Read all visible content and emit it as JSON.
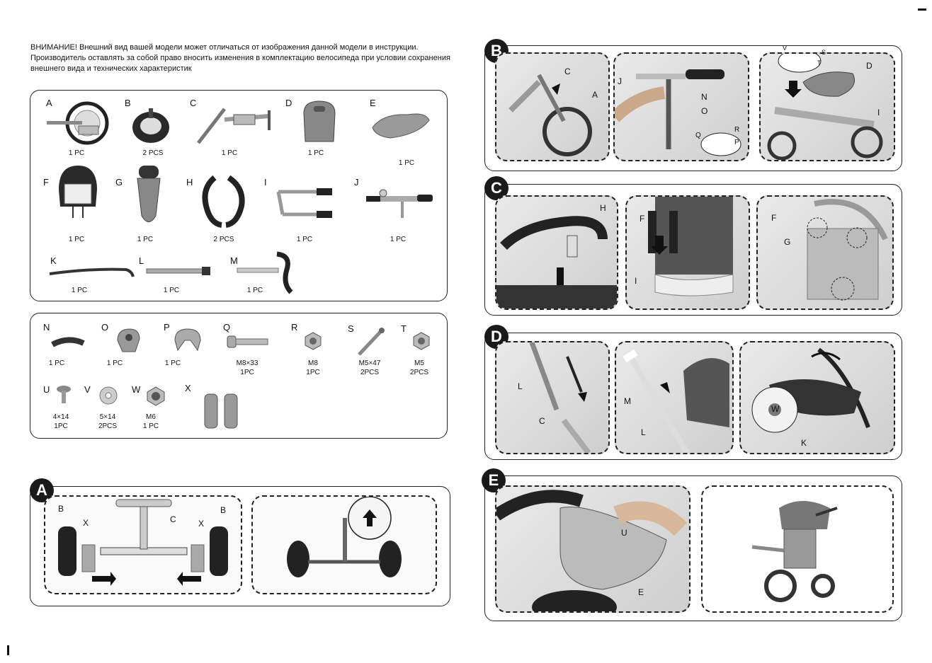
{
  "warning": "ВНИМАНИЕ! Внешний вид вашей модели может отличаться от изображения данной модели в инструкции. Производитель оставлять за собой право вносить изменения в комплектацию велосипеда при условии сохранения внешнего вида и технических характеристик",
  "parts": [
    {
      "letter": "A",
      "qty": "1 PC"
    },
    {
      "letter": "B",
      "qty": "2 PCS"
    },
    {
      "letter": "C",
      "qty": "1 PC"
    },
    {
      "letter": "D",
      "qty": "1 PC"
    },
    {
      "letter": "E",
      "qty": "1 PC"
    },
    {
      "letter": "F",
      "qty": "1 PC"
    },
    {
      "letter": "G",
      "qty": "1 PC"
    },
    {
      "letter": "H",
      "qty": "2 PCS"
    },
    {
      "letter": "I",
      "qty": "1 PC"
    },
    {
      "letter": "J",
      "qty": "1 PC"
    },
    {
      "letter": "K",
      "qty": "1 PC"
    },
    {
      "letter": "L",
      "qty": "1 PC"
    },
    {
      "letter": "M",
      "qty": "1 PC"
    }
  ],
  "hardware": [
    {
      "letter": "N",
      "size": "",
      "qty": "1 PC"
    },
    {
      "letter": "O",
      "size": "",
      "qty": "1 PC"
    },
    {
      "letter": "P",
      "size": "",
      "qty": "1 PC"
    },
    {
      "letter": "Q",
      "size": "M8×33",
      "qty": "1PC"
    },
    {
      "letter": "R",
      "size": "M8",
      "qty": "1PC"
    },
    {
      "letter": "S",
      "size": "M5×47",
      "qty": "2PCS"
    },
    {
      "letter": "T",
      "size": "M5",
      "qty": "2PCS"
    },
    {
      "letter": "U",
      "size": "4×14",
      "qty": "1PC"
    },
    {
      "letter": "V",
      "size": "5×14",
      "qty": "2PCS"
    },
    {
      "letter": "W",
      "size": "M6",
      "qty": "1 PC"
    },
    {
      "letter": "X",
      "size": "",
      "qty": ""
    }
  ],
  "steps": {
    "A": {
      "label": "A",
      "callouts": [
        "B",
        "X",
        "C",
        "X",
        "B"
      ]
    },
    "B": {
      "label": "B",
      "callouts": [
        "C",
        "A",
        "J",
        "N",
        "O",
        "Q",
        "R",
        "P",
        "V",
        "S",
        "T",
        "D",
        "I"
      ]
    },
    "C": {
      "label": "C",
      "callouts": [
        "H",
        "F",
        "I",
        "F",
        "G"
      ]
    },
    "D": {
      "label": "D",
      "callouts": [
        "L",
        "C",
        "M",
        "L",
        "W",
        "K"
      ]
    },
    "E": {
      "label": "E",
      "callouts": [
        "U",
        "E"
      ]
    }
  },
  "colors": {
    "ink": "#1a1a1a",
    "panel": "#fafafa",
    "part_gray": "#9a9a9a",
    "part_dark": "#2a2a2a"
  }
}
